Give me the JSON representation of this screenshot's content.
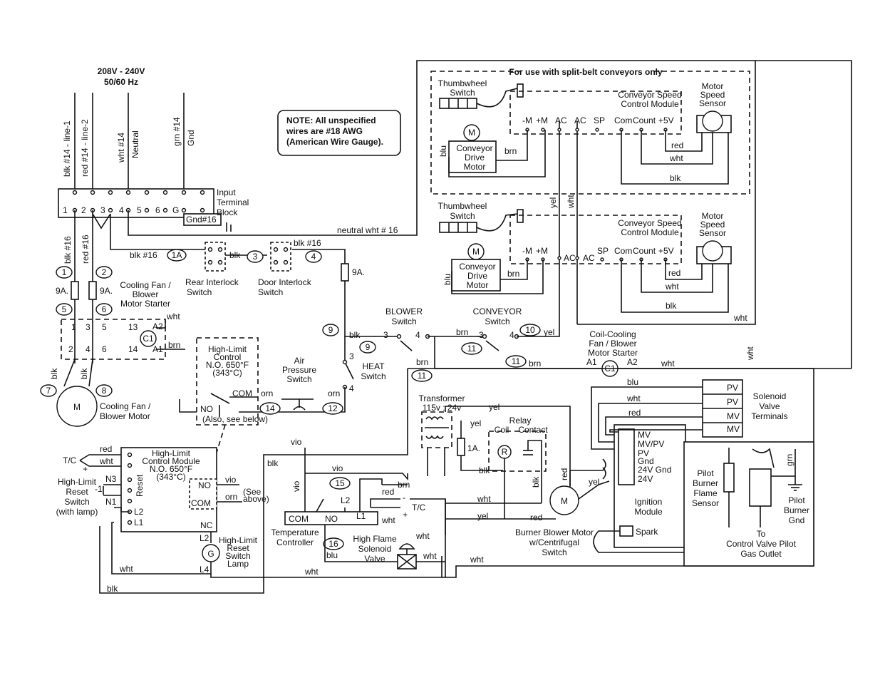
{
  "supply": {
    "voltage": "208V - 240V",
    "freq": "50/60 Hz"
  },
  "note": {
    "l1": "NOTE: All unspecified",
    "l2": "wires are #18 AWG",
    "l3": "(American Wire Gauge)."
  },
  "terminal_block": {
    "l1": "Input",
    "l2": "Terminal",
    "l3": "Block",
    "gnd": "Gnd#16",
    "pins": [
      "1",
      "2",
      "3",
      "4",
      "5",
      "6",
      "G"
    ],
    "in_wires": [
      "blk #14 - line-1",
      "red #14 - line-2",
      "wht #14",
      "Neutral",
      "grn #14",
      "Gnd"
    ]
  },
  "split_belt": {
    "title": "For use with split-belt conveyors only"
  },
  "speed_modules": [
    {
      "thumb": [
        "Thumbwheel",
        "Switch"
      ],
      "module": [
        "Conveyor Speed",
        "Control Module"
      ],
      "motor": [
        "Conveyor",
        "Drive",
        "Motor"
      ],
      "sensor": [
        "Motor",
        "Speed",
        "Sensor"
      ],
      "terms": [
        "-M",
        "+M",
        "AC",
        "AC",
        "SP",
        "Com",
        "Count",
        "+5V"
      ],
      "wires": {
        "blu": "blu",
        "brn": "brn",
        "red": "red",
        "wht": "wht",
        "blk": "blk"
      }
    },
    {
      "thumb": [
        "Thumbwheel",
        "Switch"
      ],
      "module": [
        "Conveyor Speed",
        "Control Module"
      ],
      "motor": [
        "Conveyor",
        "Drive",
        "Motor"
      ],
      "sensor": [
        "Motor",
        "Speed",
        "Sensor"
      ],
      "terms": [
        "-M",
        "+M",
        "AC",
        "AC",
        "SP",
        "Com",
        "Count",
        "+5V"
      ],
      "wires": {
        "blu": "blu",
        "brn": "brn",
        "red": "red",
        "wht": "wht",
        "blk": "blk"
      }
    }
  ],
  "motor_letter": "M",
  "wires": {
    "neutral": "neutral wht # 16",
    "blk16": "blk #16",
    "red16": "red #16",
    "blk": "blk",
    "yel": "yel",
    "wht": "wht",
    "brn": "brn",
    "orn": "orn",
    "red": "red",
    "blu": "blu",
    "vio": "vio",
    "grn": "grn"
  },
  "circles": {
    "c1": "1",
    "c1a": "1A",
    "c2": "2",
    "c3": "3",
    "c4": "4",
    "c5": "5",
    "c6": "6",
    "c7": "7",
    "c8": "8",
    "c9": "9",
    "c10": "10",
    "c11": "11",
    "c14": "14",
    "c15": "15",
    "c16": "16"
  },
  "fuses": {
    "f9a": "9A.",
    "f1a": "1A."
  },
  "labels": {
    "rear_interlock": [
      "Rear Interlock",
      "Switch"
    ],
    "door_interlock": [
      "Door Interlock",
      "Switch"
    ],
    "cooling_starter": [
      "Cooling Fan /",
      "Blower",
      "Motor Starter"
    ],
    "cooling_motor": [
      "Cooling Fan /",
      "Blower Motor"
    ],
    "blower_switch": [
      "BLOWER",
      "Switch"
    ],
    "conveyor_switch": [
      "CONVEYOR",
      "Switch"
    ],
    "heat_switch": [
      "HEAT",
      "Switch"
    ],
    "air_pressure": [
      "Air",
      "Pressure",
      "Switch"
    ],
    "coil_cooling": [
      "Coil-Cooling",
      "Fan / Blower",
      "Motor Starter"
    ],
    "high_limit_control": [
      "High-Limit",
      "Control",
      "N.O. 650°F",
      "(343°C)"
    ],
    "also_see": "(Also, see below)",
    "high_limit_module": [
      "High-Limit",
      "Control Module",
      "N.O. 650°F",
      "(343°C)"
    ],
    "see_above": [
      "(See",
      "above)"
    ],
    "reset_switch": [
      "High-Limit",
      "Reset",
      "Switch",
      "(with lamp)"
    ],
    "reset_lamp": [
      "High-Limit",
      "Reset",
      "Switch",
      "Lamp"
    ],
    "transformer": [
      "Transformer",
      "115v : 24v"
    ],
    "relay": [
      "Relay",
      "Coil",
      "Contact"
    ],
    "temp_controller": [
      "Temperature",
      "Controller"
    ],
    "solenoid": [
      "High Flame",
      "Solenoid",
      "Valve"
    ],
    "burner_motor": [
      "Burner Blower Motor",
      "w/Centrifugal",
      "Switch"
    ],
    "ignition": [
      "Ignition",
      "Module"
    ],
    "spark": "Spark",
    "solenoid_terms": [
      "Solenoid",
      "Valve",
      "Terminals"
    ],
    "pilot_sensor": [
      "Pilot",
      "Burner",
      "Flame",
      "Sensor"
    ],
    "pilot_gnd": [
      "Pilot",
      "Burner",
      "Gnd"
    ],
    "to_valve": [
      "To",
      "Control Valve Pilot",
      "Gas Outlet"
    ],
    "tc": "T/C",
    "reset": "Reset"
  },
  "terms": {
    "com": "COM",
    "no": "NO",
    "nc": "NC",
    "n3": "N3",
    "n1": "N1",
    "l1": "L1",
    "l2": "L2",
    "l4": "L4",
    "a1": "A1",
    "a2": "A2",
    "c1": "C1",
    "r": "R",
    "g": "G",
    "minus1": "-1",
    "pv": "PV",
    "mv": "MV",
    "ign_terms": [
      "MV",
      "MV/PV",
      "PV",
      "Gnd",
      "24V Gnd",
      "24V"
    ],
    "starter_terms": [
      "1",
      "3",
      "5",
      "13",
      "2",
      "4",
      "6",
      "14"
    ],
    "switch_terms": [
      "3",
      "4"
    ],
    "plus": "+",
    "minus": "-"
  }
}
